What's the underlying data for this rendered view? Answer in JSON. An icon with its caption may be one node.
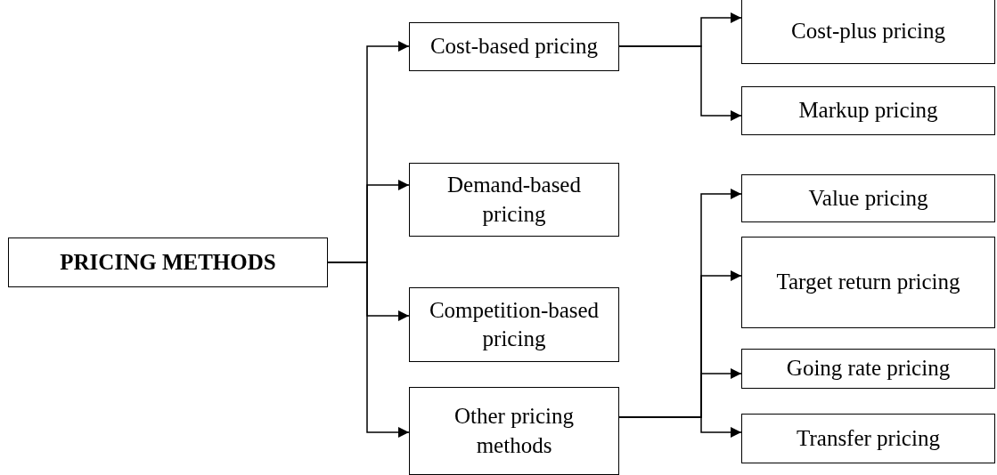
{
  "diagram": {
    "nodes": [
      {
        "text": [
          "PRICING METHODS"
        ]
      },
      {
        "text": [
          "Cost-based pricing"
        ]
      },
      {
        "text": [
          "Demand-based pricing"
        ]
      },
      {
        "text": [
          "Competition-based pricing"
        ]
      },
      {
        "text": [
          "Other pricing methods"
        ]
      },
      {
        "text": [
          "Cost-plus pricing"
        ]
      },
      {
        "text": [
          "Markup pricing"
        ]
      },
      {
        "text": [
          "Value pricing"
        ]
      },
      {
        "text": [
          "Target return pricing"
        ]
      },
      {
        "text": [
          "Going rate pricing"
        ]
      },
      {
        "text": [
          "Transfer pricing"
        ]
      }
    ],
    "edges": [
      {
        "from": 0,
        "to": 1,
        "arrow": "to"
      },
      {
        "from": 0,
        "to": 2,
        "arrow": "to"
      },
      {
        "from": 0,
        "to": 3,
        "arrow": "to"
      },
      {
        "from": 0,
        "to": 4,
        "arrow": "to"
      },
      {
        "from": 1,
        "to": 5,
        "arrow": "to"
      },
      {
        "from": 1,
        "to": 6,
        "arrow": "to"
      },
      {
        "from": 4,
        "to": 7,
        "arrow": "to"
      },
      {
        "from": 4,
        "to": 8,
        "arrow": "to"
      },
      {
        "from": 4,
        "to": 9,
        "arrow": "to"
      },
      {
        "from": 4,
        "to": 10,
        "arrow": "to"
      }
    ]
  }
}
